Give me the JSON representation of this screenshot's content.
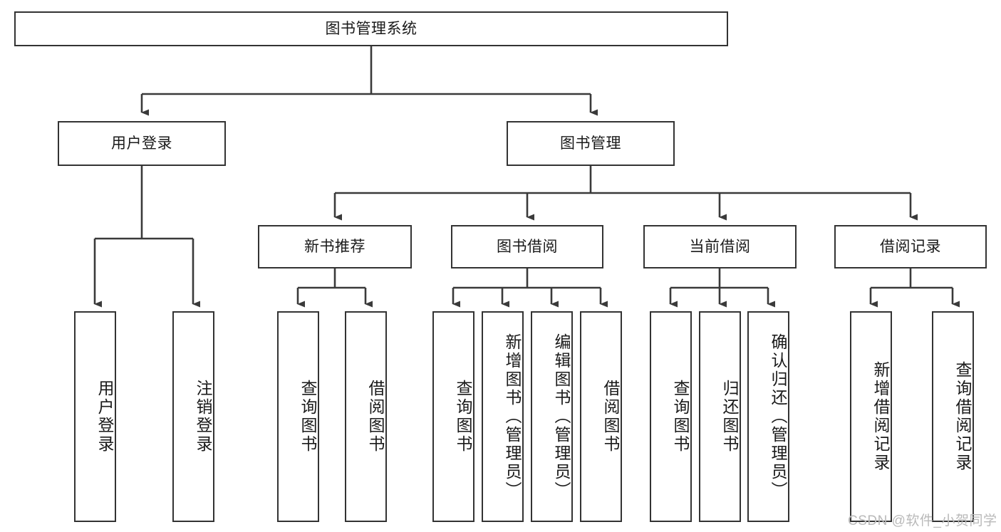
{
  "diagram": {
    "title": "图书管理系统",
    "type": "functional-structure-tree",
    "root": {
      "id": "root",
      "label": "图书管理系统"
    },
    "level2": [
      {
        "id": "user-login",
        "label": "用户登录"
      },
      {
        "id": "book-manage",
        "label": "图书管理"
      }
    ],
    "level3": [
      {
        "id": "new-book-recommend",
        "label": "新书推荐"
      },
      {
        "id": "book-borrow",
        "label": "图书借阅"
      },
      {
        "id": "current-borrow",
        "label": "当前借阅"
      },
      {
        "id": "borrow-record",
        "label": "借阅记录"
      }
    ],
    "leaves": [
      {
        "id": "leaf-user-login",
        "label": "用户登录",
        "parent": "user-login"
      },
      {
        "id": "leaf-user-logout",
        "label": "注销登录",
        "parent": "user-login"
      },
      {
        "id": "leaf-query-book-1",
        "label": "查询图书",
        "parent": "new-book-recommend"
      },
      {
        "id": "leaf-borrow-book-1",
        "label": "借阅图书",
        "parent": "new-book-recommend"
      },
      {
        "id": "leaf-query-book-2",
        "label": "查询图书",
        "parent": "book-borrow"
      },
      {
        "id": "leaf-add-book",
        "label": "新增图书（管理员）",
        "parent": "book-borrow"
      },
      {
        "id": "leaf-edit-book",
        "label": "编辑图书（管理员）",
        "parent": "book-borrow"
      },
      {
        "id": "leaf-borrow-book-2",
        "label": "借阅图书",
        "parent": "book-borrow"
      },
      {
        "id": "leaf-query-book-3",
        "label": "查询图书",
        "parent": "current-borrow"
      },
      {
        "id": "leaf-return-book",
        "label": "归还图书",
        "parent": "current-borrow"
      },
      {
        "id": "leaf-confirm-return",
        "label": "确认归还（管理员）",
        "parent": "current-borrow"
      },
      {
        "id": "leaf-add-record",
        "label": "新增借阅记录",
        "parent": "borrow-record"
      },
      {
        "id": "leaf-query-record",
        "label": "查询借阅记录",
        "parent": "borrow-record"
      }
    ],
    "watermark": "CSDN @软件_小贺同学",
    "colors": {
      "border": "#333333",
      "background": "#ffffff",
      "text": "#1a1a1a",
      "connector": "#3a3a3a",
      "watermark": "#b9b9b9"
    }
  }
}
